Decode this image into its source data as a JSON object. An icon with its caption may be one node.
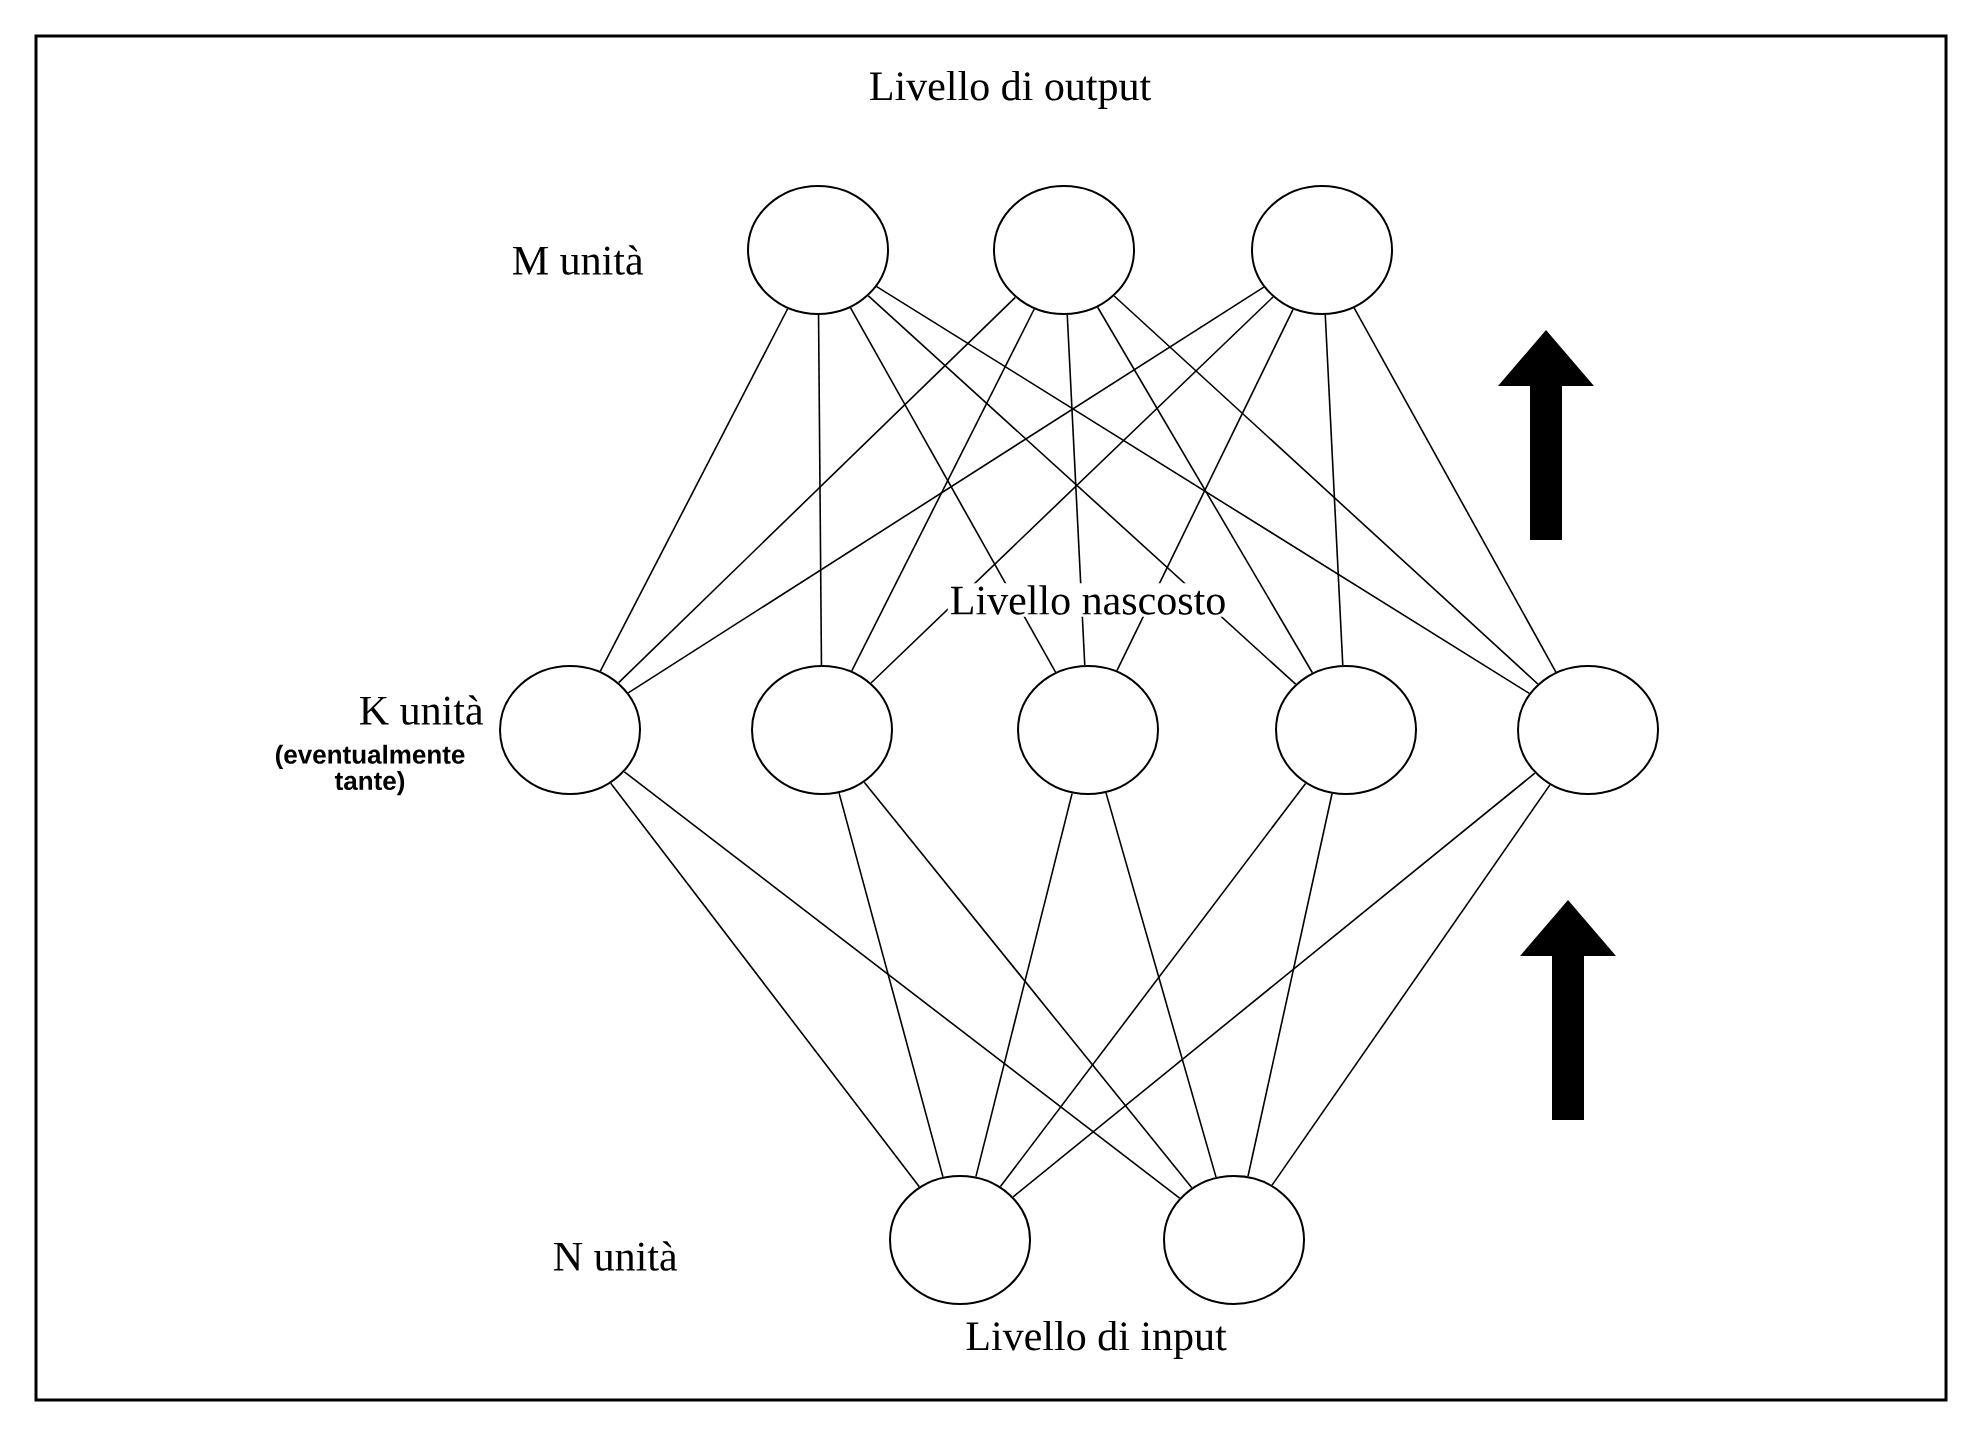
{
  "diagram": {
    "nodes": [
      {
        "text": [],
        "shape": "circle"
      },
      {
        "text": [],
        "shape": "circle"
      },
      {
        "text": [],
        "shape": "circle"
      },
      {
        "text": [],
        "shape": "circle"
      },
      {
        "text": [],
        "shape": "circle"
      },
      {
        "text": [],
        "shape": "circle"
      },
      {
        "text": [],
        "shape": "circle"
      },
      {
        "text": [],
        "shape": "circle"
      },
      {
        "text": [],
        "shape": "circle"
      },
      {
        "text": [],
        "shape": "circle"
      }
    ],
    "edges": [
      {
        "from": 0,
        "to": 3,
        "arrow": "none"
      },
      {
        "from": 0,
        "to": 4,
        "arrow": "none"
      },
      {
        "from": 0,
        "to": 5,
        "arrow": "none"
      },
      {
        "from": 0,
        "to": 6,
        "arrow": "none"
      },
      {
        "from": 0,
        "to": 7,
        "arrow": "none"
      },
      {
        "from": 1,
        "to": 3,
        "arrow": "none"
      },
      {
        "from": 1,
        "to": 4,
        "arrow": "none"
      },
      {
        "from": 1,
        "to": 5,
        "arrow": "none"
      },
      {
        "from": 1,
        "to": 6,
        "arrow": "none"
      },
      {
        "from": 1,
        "to": 7,
        "arrow": "none"
      },
      {
        "from": 2,
        "to": 3,
        "arrow": "none"
      },
      {
        "from": 2,
        "to": 4,
        "arrow": "none"
      },
      {
        "from": 2,
        "to": 5,
        "arrow": "none"
      },
      {
        "from": 2,
        "to": 6,
        "arrow": "none"
      },
      {
        "from": 2,
        "to": 7,
        "arrow": "none"
      },
      {
        "from": 3,
        "to": 8,
        "arrow": "none"
      },
      {
        "from": 3,
        "to": 9,
        "arrow": "none"
      },
      {
        "from": 4,
        "to": 8,
        "arrow": "none"
      },
      {
        "from": 4,
        "to": 9,
        "arrow": "none"
      },
      {
        "from": 5,
        "to": 8,
        "arrow": "none"
      },
      {
        "from": 5,
        "to": 9,
        "arrow": "none"
      },
      {
        "from": 6,
        "to": 8,
        "arrow": "none"
      },
      {
        "from": 6,
        "to": 9,
        "arrow": "none"
      },
      {
        "from": 7,
        "to": 8,
        "arrow": "none"
      },
      {
        "from": 7,
        "to": 9,
        "arrow": "none"
      }
    ],
    "labels": [
      "Livello di output",
      "M unità",
      "Livello nascosto",
      "K unità",
      "(eventualmente tante)",
      "N unità",
      "Livello di input"
    ]
  }
}
